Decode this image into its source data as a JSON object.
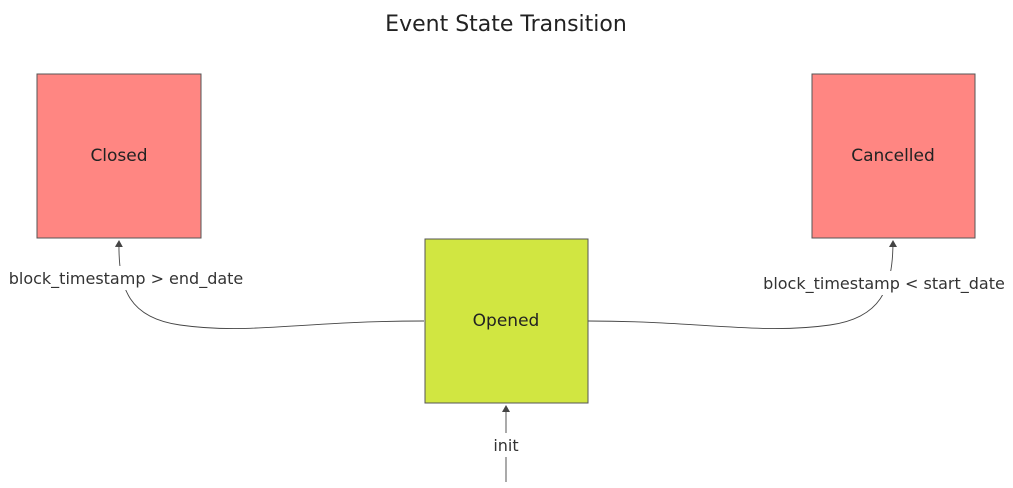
{
  "diagram": {
    "title": "Event State Transition",
    "colors": {
      "terminal_state": "#ff8682",
      "active_state": "#d1e641",
      "edge": "#444444"
    },
    "states": {
      "closed": "Closed",
      "cancelled": "Cancelled",
      "opened": "Opened"
    },
    "transitions": {
      "init": "init",
      "opened_to_closed": "block_timestamp > end_date",
      "opened_to_cancelled": "block_timestamp < start_date"
    }
  }
}
